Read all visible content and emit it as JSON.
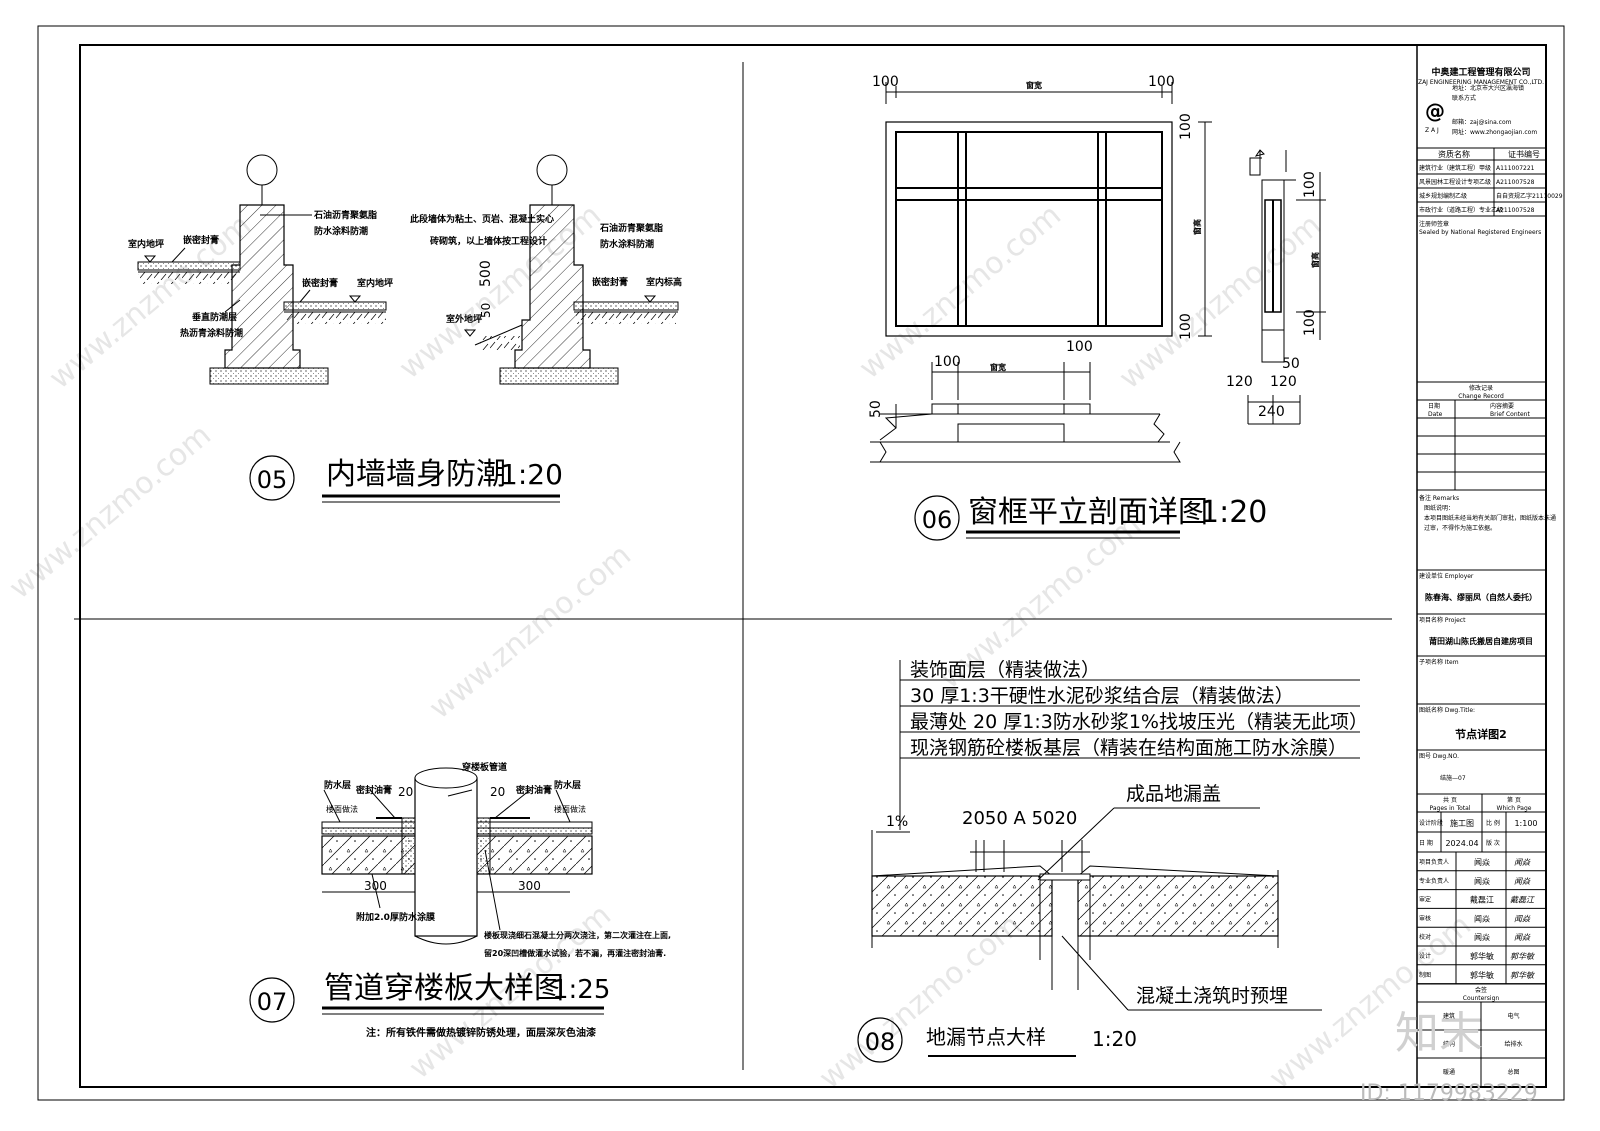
{
  "sheet": {
    "watermark_text": "www.znzmo.com",
    "id_label": "ID: 1179983229",
    "logo_text": "知末"
  },
  "detail05": {
    "number": "05",
    "title": "内墙墙身防潮",
    "scale": "1:20",
    "left": {
      "label_a": "石油沥青聚氨脂",
      "label_b": "防水涂料防潮",
      "indoor_floor_left": "室内地坪",
      "seal_left": "嵌密封膏",
      "seal_right": "嵌密封膏",
      "indoor_floor_right": "室内地坪",
      "vertical_1": "垂直防潮层",
      "vertical_2": "热沥青涂料防潮"
    },
    "right": {
      "note_1": "此段墙体为粘土、页岩、混凝土实心",
      "note_2": "砖砌筑，以上墙体按工程设计",
      "label_a": "石油沥青聚氨脂",
      "label_b": "防水涂料防潮",
      "seal": "嵌密封膏",
      "indoor_elev": "室内标高",
      "dim_500": "500",
      "dim_50": "50",
      "outdoor": "室外地坪"
    }
  },
  "detail06": {
    "number": "06",
    "title": "窗框平立剖面详图",
    "scale": "1:20",
    "dims": {
      "top_left": "100",
      "top_right": "100",
      "width_label": "窗宽",
      "right_100_top": "100",
      "right_100_bottom": "100",
      "height_label": "窗高",
      "sec_100_top": "100",
      "sec_100_bottom": "100",
      "sec_height": "窗高",
      "plan_100_left": "100",
      "plan_width": "窗宽",
      "plan_100_right": "100",
      "plan_50": "50",
      "sec_50": "50",
      "sec_120_a": "120",
      "sec_120_b": "120",
      "sec_240": "240"
    }
  },
  "detail07": {
    "number": "07",
    "title": "管道穿楼板大样图",
    "scale": "1:25",
    "labels": {
      "waterproof_left": "防水层",
      "sealant_left": "密封油膏",
      "pipe": "穿楼板管道",
      "sealant_right": "密封油膏",
      "waterproof_right": "防水层",
      "dim_20_left": "20",
      "dim_20_right": "20",
      "screed_left": "楼面做法",
      "screed_right": "楼面做法",
      "dim_300_left": "300",
      "dim_300_right": "300",
      "extra_membrane": "附加2.0厚防水涂膜",
      "grout_1": "楼板现浇细石混凝土分两次浇注，第二次灌注在上面,",
      "grout_2": "留20深凹槽做灌水试验，若不漏，再灌注密封油膏.",
      "note": "注：所有铁件需做热镀锌防锈处理，面层深灰色油漆"
    }
  },
  "detail08": {
    "number": "08",
    "title": "地漏节点大样",
    "scale": "1:20",
    "layers": [
      "装饰面层（精装做法）",
      "30 厚1:3干硬性水泥砂浆结合层（精装做法）",
      "最薄处  20 厚1:3防水砂浆1%找坡压光（精装无此项）",
      "现浇钢筋砼楼板基层（精装在结构面施工防水涂膜）"
    ],
    "slope": "1%",
    "drain_cover": "成品地漏盖",
    "dims": "2050   A   5020",
    "embed": "混凝土浇筑时预埋"
  },
  "title_block": {
    "company_cn": "中奥建工程管理有限公司",
    "company_en": "ZAJ ENGINEERING MANAGEMENT CO.,LTD.",
    "address_1": "地址：北京市大兴区瀛海镇",
    "address_2": "联系方式",
    "email": "邮箱：zaj@sina.com",
    "web": "网址：www.zhongaojian.com",
    "qual_header_left": "资质名称",
    "qual_header_right": "证书编号",
    "qual_rows": [
      [
        "建筑行业（建筑工程）甲级",
        "A111007221"
      ],
      [
        "风景园林工程设计专项乙级",
        "A211007528"
      ],
      [
        "城乡规划编制乙级",
        "自自资规乙字21110029"
      ],
      [
        "市政行业（道路工程）专业乙级",
        "A211007528"
      ]
    ],
    "seal_cn": "注册师签章",
    "seal_en": "Sealed by National Registered Engineers",
    "change_cn": "修改记录",
    "change_en": "Change Record",
    "date_cn": "日期",
    "date_en": "Date",
    "content_cn": "内容摘要",
    "content_en": "Brief Content",
    "remarks_cn": "备注 Remarks",
    "remarks_1": "图纸说明：",
    "remarks_2": "本项目图纸未经当地有关部门审批，图纸版本未通",
    "remarks_3": "过审，不得作为施工依据。",
    "employer_label": "建设单位  Employer",
    "employer": "陈春海、缪丽凤（自然人委托）",
    "project_label": "项目名称  Project",
    "project": "莆田湖山陈氏搬居自建房项目",
    "item_label": "子项名称  Item",
    "drawing_label": "图纸名称  Dwg.Title:",
    "drawing_title": "节点详图2",
    "dwgno_label": "图号  Dwg.NO.",
    "dwgno": "结施—07",
    "pages_cn": "共 页",
    "pages_en": "Pages in Total",
    "which_cn": "第 页",
    "which_en": "Which Page",
    "phase_label": "设计阶段",
    "phase": "施工图",
    "scale_label": "比 例",
    "scale_val": "1:100",
    "date_label": "日 期",
    "date_val": "2024.04",
    "version_label": "版 次",
    "roles": [
      {
        "role": "项目负责人",
        "name": "闻焱",
        "sign": "闻焱"
      },
      {
        "role": "专业负责人",
        "name": "闻焱",
        "sign": "闻焱"
      },
      {
        "role": "审定",
        "name": "戴磊江",
        "sign": "戴磊江"
      },
      {
        "role": "审核",
        "name": "闻焱",
        "sign": "闻焱"
      },
      {
        "role": "校对",
        "name": "闻焱",
        "sign": "闻焱"
      },
      {
        "role": "设计",
        "name": "郭华敏",
        "sign": "郭华敏"
      },
      {
        "role": "制图",
        "name": "郭华敏",
        "sign": "郭华敏"
      }
    ],
    "countersign": "会签",
    "countersign_en": "Countersign",
    "cs_cells": [
      "建筑",
      "电气",
      "结构",
      "给排水",
      "暖通",
      "总图"
    ]
  }
}
